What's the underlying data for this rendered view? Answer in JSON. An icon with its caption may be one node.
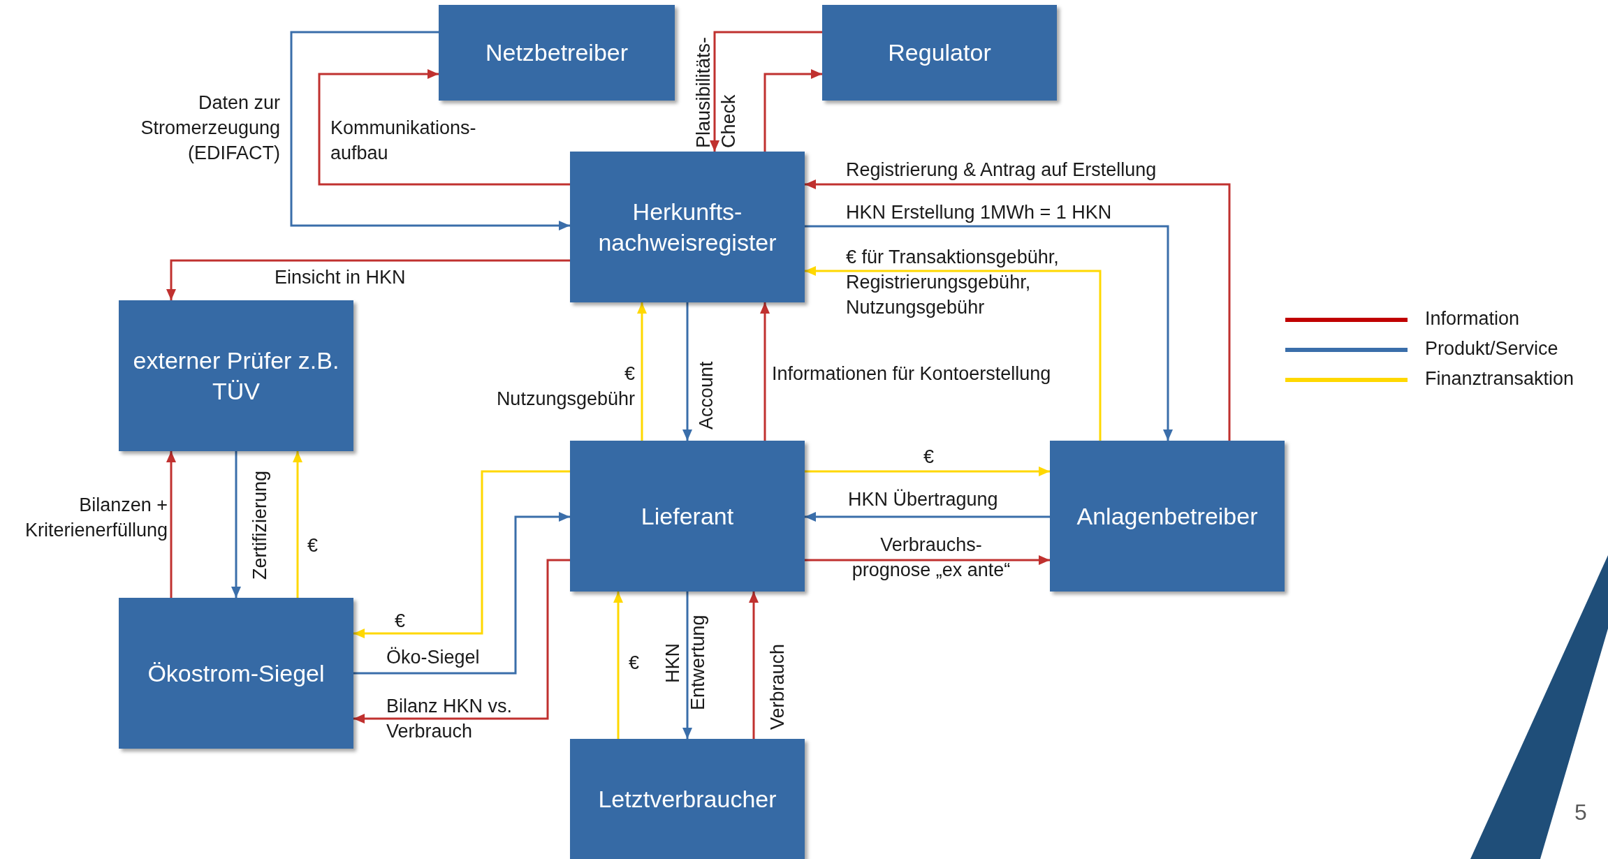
{
  "diagram": {
    "nodes": [
      {
        "text": [
          "Netzbetreiber"
        ]
      },
      {
        "text": [
          "Regulator"
        ]
      },
      {
        "text": [
          "Herkunfts- nachweisregister"
        ]
      },
      {
        "text": [
          "externer Prüfer z.B. TÜV"
        ]
      },
      {
        "text": [
          "Lieferant"
        ]
      },
      {
        "text": [
          "Anlagenbetreiber"
        ]
      },
      {
        "text": [
          "Ökostrom-Siegel"
        ]
      },
      {
        "text": [
          "Letztverbraucher"
        ]
      }
    ],
    "edges": [
      {
        "from": 0,
        "to": 2,
        "arrow": "to",
        "label": "Daten zur Stromerzeugung (EDIFACT)",
        "color": "#3a6eaa"
      },
      {
        "from": 2,
        "to": 0,
        "arrow": "to",
        "label": "Kommunikations- aufbau",
        "color": "#c0312f"
      },
      {
        "from": 1,
        "to": 2,
        "arrow": "to",
        "label": "Plausibilitäts- Check",
        "color": "#c0312f"
      },
      {
        "from": 2,
        "to": 1,
        "arrow": "to",
        "color": "#c0312f"
      },
      {
        "from": 2,
        "to": 3,
        "arrow": "to",
        "label": "Einsicht in HKN",
        "color": "#c0312f"
      },
      {
        "from": 5,
        "to": 2,
        "arrow": "to",
        "label": "Registrierung & Antrag auf Erstellung",
        "color": "#c0312f"
      },
      {
        "from": 2,
        "to": 5,
        "arrow": "to",
        "label": "HKN Erstellung 1MWh = 1 HKN",
        "color": "#3a6eaa"
      },
      {
        "from": 5,
        "to": 2,
        "arrow": "to",
        "label": "€ für Transaktionsgebühr, Registrierungsgebühr, Nutzungsgebühr",
        "color": "#ffd800"
      },
      {
        "from": 4,
        "to": 2,
        "arrow": "to",
        "label": "€ Nutzungsgebühr",
        "color": "#ffd800"
      },
      {
        "from": 2,
        "to": 4,
        "arrow": "to",
        "label": "Account",
        "color": "#3a6eaa"
      },
      {
        "from": 4,
        "to": 2,
        "arrow": "to",
        "label": "Informationen für Kontoerstellung",
        "color": "#c0312f"
      },
      {
        "from": 4,
        "to": 5,
        "arrow": "to",
        "label": "€",
        "color": "#ffd800"
      },
      {
        "from": 5,
        "to": 4,
        "arrow": "to",
        "label": "HKN Übertragung",
        "color": "#3a6eaa"
      },
      {
        "from": 4,
        "to": 5,
        "arrow": "to",
        "label": "Verbrauchs- prognose „ex ante“",
        "color": "#c0312f"
      },
      {
        "from": 4,
        "to": 6,
        "arrow": "to",
        "label": "€",
        "color": "#ffd800"
      },
      {
        "from": 6,
        "to": 4,
        "arrow": "to",
        "label": "Öko-Siegel",
        "color": "#3a6eaa"
      },
      {
        "from": 4,
        "to": 6,
        "arrow": "to",
        "label": "Bilanz HKN vs. Verbrauch",
        "color": "#c0312f"
      },
      {
        "from": 6,
        "to": 3,
        "arrow": "to",
        "label": "Bilanzen + Kriterienerfüllung",
        "color": "#c0312f"
      },
      {
        "from": 3,
        "to": 6,
        "arrow": "to",
        "label": "Zertifizierung",
        "color": "#3a6eaa"
      },
      {
        "from": 6,
        "to": 3,
        "arrow": "to",
        "label": "€",
        "color": "#ffd800"
      },
      {
        "from": 7,
        "to": 4,
        "arrow": "to",
        "label": "€",
        "color": "#ffd800"
      },
      {
        "from": 4,
        "to": 7,
        "arrow": "to",
        "label": "HKN Entwertung",
        "color": "#3a6eaa"
      },
      {
        "from": 7,
        "to": 4,
        "arrow": "to",
        "label": "Verbrauch",
        "color": "#c0312f"
      }
    ],
    "labels": [
      "5"
    ],
    "legend": [
      {
        "text": "Information",
        "color": "#c00000"
      },
      {
        "text": "Produkt/Service",
        "color": "#3a6eaa"
      },
      {
        "text": "Finanztransaktion",
        "color": "#ffd800"
      }
    ]
  }
}
